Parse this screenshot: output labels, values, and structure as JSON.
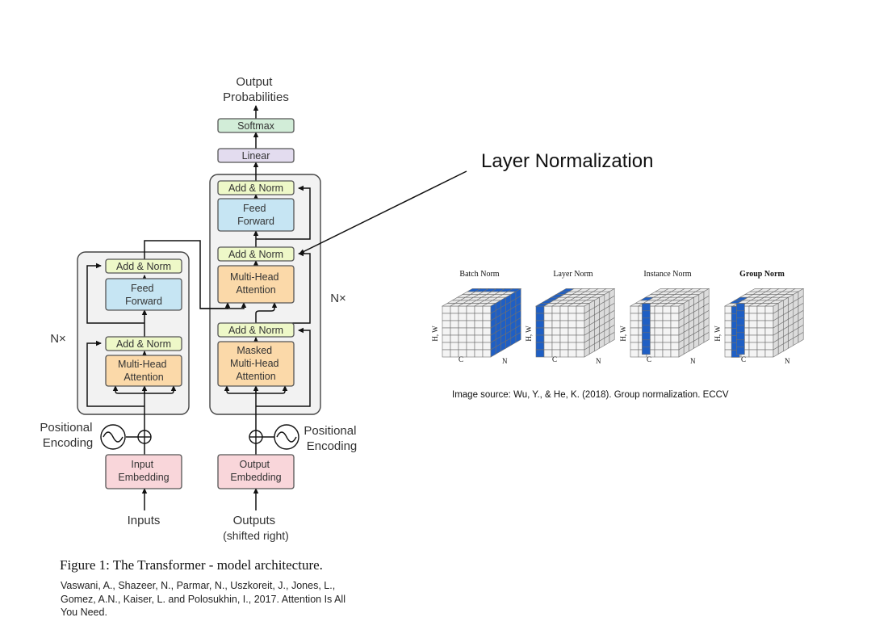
{
  "annotation": {
    "title": "Layer Normalization"
  },
  "transformer": {
    "output_label": [
      "Output",
      "Probabilities"
    ],
    "softmax": "Softmax",
    "linear": "Linear",
    "nx": "N×",
    "encoder": {
      "add_norm_top": "Add & Norm",
      "feed_forward": [
        "Feed",
        "Forward"
      ],
      "add_norm_bottom": "Add & Norm",
      "multi_head_attention": [
        "Multi-Head",
        "Attention"
      ],
      "input_embedding": [
        "Input",
        "Embedding"
      ],
      "positional_encoding": [
        "Positional",
        "Encoding"
      ],
      "inputs": "Inputs"
    },
    "decoder": {
      "add_norm_top": "Add & Norm",
      "feed_forward": [
        "Feed",
        "Forward"
      ],
      "add_norm_mid": "Add & Norm",
      "multi_head_attention": [
        "Multi-Head",
        "Attention"
      ],
      "add_norm_bottom": "Add & Norm",
      "masked_attention": [
        "Masked",
        "Multi-Head",
        "Attention"
      ],
      "output_embedding": [
        "Output",
        "Embedding"
      ],
      "positional_encoding": [
        "Positional",
        "Encoding"
      ],
      "outputs": [
        "Outputs",
        "(shifted right)"
      ]
    },
    "caption": "Figure 1: The Transformer - model architecture.",
    "citation": "Vaswani, A., Shazeer, N., Parmar, N., Uszkoreit, J., Jones, L., Gomez, A.N., Kaiser, L. and Polosukhin, I., 2017. Attention Is All You Need."
  },
  "norm_figure": {
    "panels": [
      {
        "title": "Batch Norm",
        "bold": false
      },
      {
        "title": "Layer Norm",
        "bold": false
      },
      {
        "title": "Instance Norm",
        "bold": false
      },
      {
        "title": "Group Norm",
        "bold": true
      }
    ],
    "axis_hw": "H, W",
    "axis_c": "C",
    "axis_n": "N",
    "highlight_color": "#1f5fc4",
    "source": "Image source: Wu, Y., & He, K. (2018). Group normalization. ECCV"
  },
  "colors": {
    "add_norm": "#eef8c8",
    "feed_forward": "#c6e5f3",
    "attention": "#fbd9a9",
    "embedding": "#f9d6da",
    "linear": "#e3dcef",
    "softmax": "#d2edd8"
  }
}
